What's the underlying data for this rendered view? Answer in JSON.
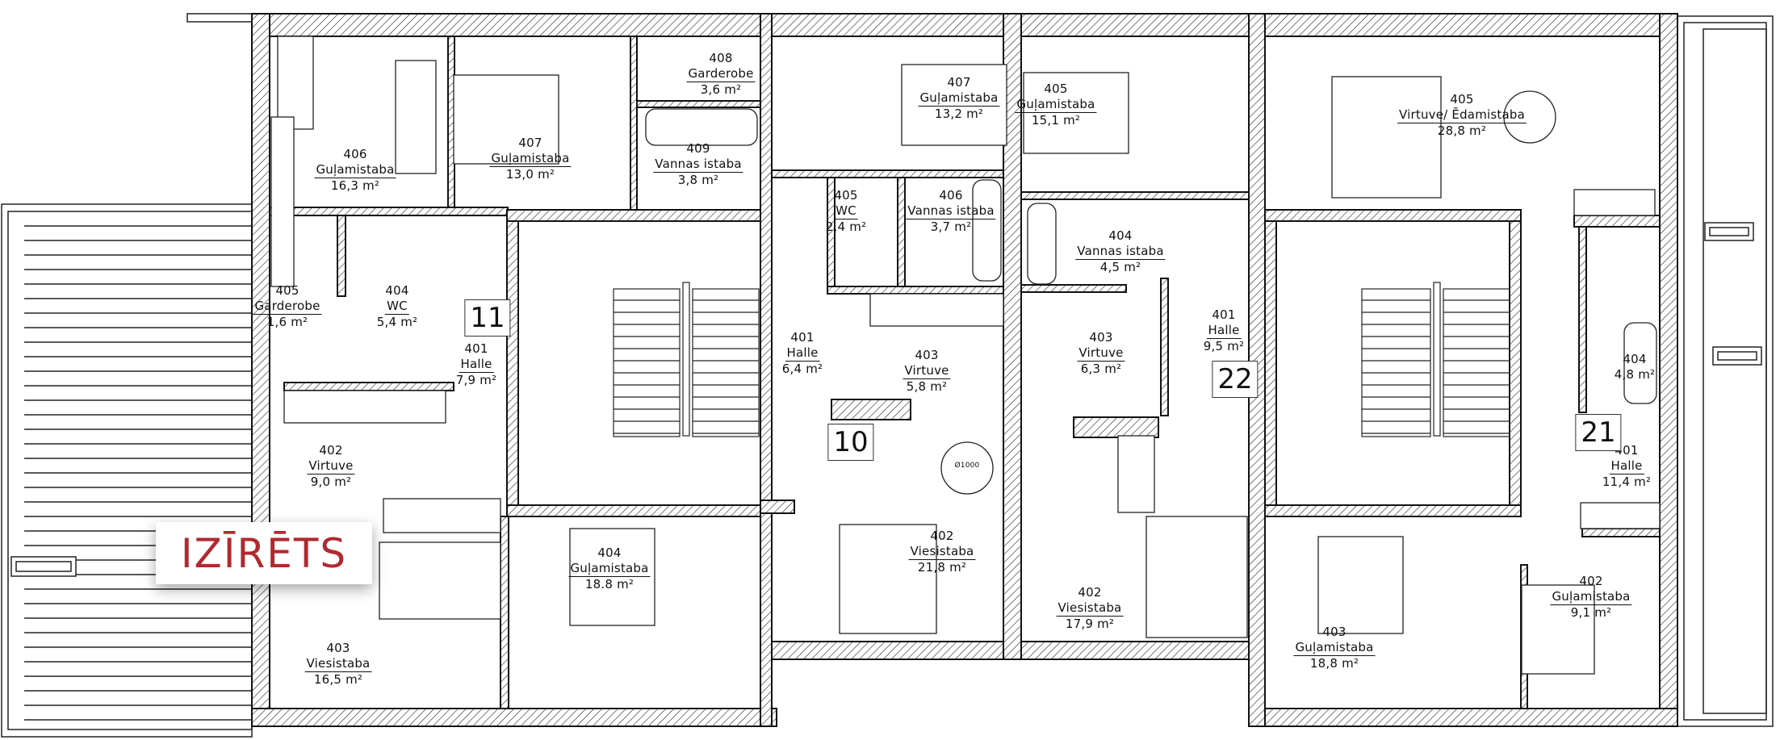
{
  "plan": {
    "banner": {
      "text": "IZĪRĒTS",
      "color": "#b02a30"
    },
    "units": [
      {
        "number": "11",
        "rooms": [
          {
            "id": "u11-406",
            "number": "406",
            "name": "Guļamistaba",
            "area": "16,3 m²"
          },
          {
            "id": "u11-407",
            "number": "407",
            "name": "Guļamistaba",
            "area": "13,0 m²"
          },
          {
            "id": "u11-408",
            "number": "408",
            "name": "Garderobe",
            "area": "3,6 m²"
          },
          {
            "id": "u11-409",
            "number": "409",
            "name": "Vannas istaba",
            "area": "3,8 m²"
          },
          {
            "id": "u11-405",
            "number": "405",
            "name": "Garderobe",
            "area": "1,6 m²"
          },
          {
            "id": "u11-404",
            "number": "404",
            "name": "WC",
            "area": "5,4 m²"
          },
          {
            "id": "u11-401",
            "number": "401",
            "name": "Halle",
            "area": "7,9 m²"
          },
          {
            "id": "u11-402",
            "number": "402",
            "name": "Virtuve",
            "area": "9,0 m²"
          },
          {
            "id": "u11-403",
            "number": "403",
            "name": "Viesistaba",
            "area": "16,5 m²"
          }
        ]
      },
      {
        "number": "10",
        "rooms": [
          {
            "id": "u10-407",
            "number": "407",
            "name": "Guļamistaba",
            "area": "13,2 m²"
          },
          {
            "id": "u10-405",
            "number": "405",
            "name": "WC",
            "area": "2,4 m²"
          },
          {
            "id": "u10-406",
            "number": "406",
            "name": "Vannas istaba",
            "area": "3,7 m²"
          },
          {
            "id": "u10-401",
            "number": "401",
            "name": "Halle",
            "area": "6,4 m²"
          },
          {
            "id": "u10-403",
            "number": "403",
            "name": "Virtuve",
            "area": "5,8 m²"
          },
          {
            "id": "u10-402",
            "number": "402",
            "name": "Viesistaba",
            "area": "21,8 m²"
          },
          {
            "id": "u10-404",
            "number": "404",
            "name": "Guļamistaba",
            "area": "18.8 m²"
          }
        ]
      },
      {
        "number": "22",
        "rooms": [
          {
            "id": "u22-405",
            "number": "405",
            "name": "Guļamistaba",
            "area": "15,1 m²"
          },
          {
            "id": "u22-404",
            "number": "404",
            "name": "Vannas istaba",
            "area": "4,5 m²"
          },
          {
            "id": "u22-403",
            "number": "403",
            "name": "Virtuve",
            "area": "6,3 m²"
          },
          {
            "id": "u22-401",
            "number": "401",
            "name": "Halle",
            "area": "9,5 m²"
          },
          {
            "id": "u22-402",
            "number": "402",
            "name": "Viesistaba",
            "area": "17,9 m²"
          }
        ]
      },
      {
        "number": "21",
        "rooms": [
          {
            "id": "u21-405",
            "number": "405",
            "name": "Virtuve/ Ēdamistaba",
            "area": "28,8 m²"
          },
          {
            "id": "u21-404",
            "number": "404",
            "name": "",
            "area": "4,8 m²"
          },
          {
            "id": "u21-401",
            "number": "401",
            "name": "Halle",
            "area": "11,4 m²"
          },
          {
            "id": "u21-403",
            "number": "403",
            "name": "Guļamistaba",
            "area": "18,8 m²"
          },
          {
            "id": "u21-402",
            "number": "402",
            "name": "Guļamistaba",
            "area": "9,1 m²"
          }
        ]
      }
    ],
    "table_label": "Ø1000"
  }
}
